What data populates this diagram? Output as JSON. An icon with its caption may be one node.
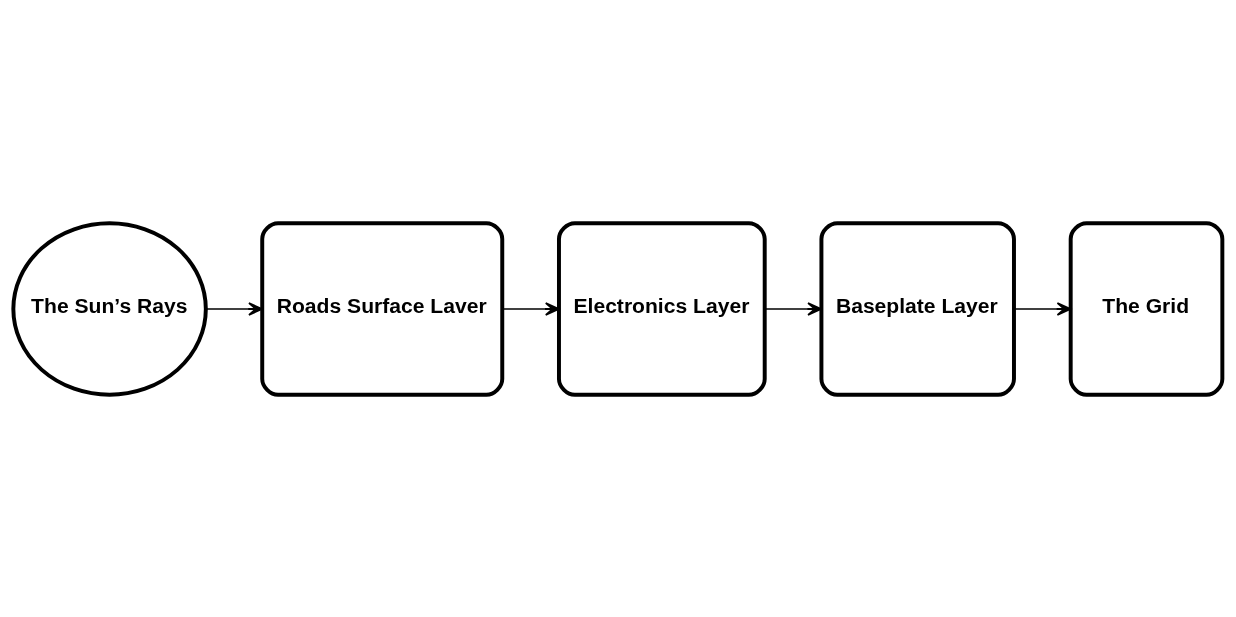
{
  "diagram": {
    "nodes": [
      {
        "text": [
          "The Sun’s Rays"
        ]
      },
      {
        "text": [
          "Roads Surface Laver"
        ]
      },
      {
        "text": [
          "Electronics Layer"
        ]
      },
      {
        "text": [
          "Baseplate Layer"
        ]
      },
      {
        "text": [
          "The Grid"
        ]
      }
    ],
    "edges": [
      {
        "from": 0,
        "to": 1,
        "arrow": "to"
      },
      {
        "from": 1,
        "to": 2,
        "arrow": "to"
      },
      {
        "from": 2,
        "to": 3,
        "arrow": "to"
      },
      {
        "from": 3,
        "to": 4,
        "arrow": "to"
      }
    ]
  }
}
